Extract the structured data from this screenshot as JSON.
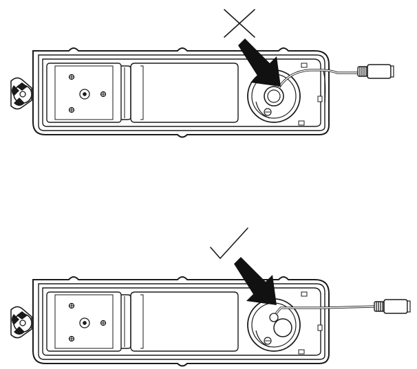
{
  "diagram": {
    "panels": [
      {
        "id": "incorrect",
        "verdict": "incorrect",
        "mark_icon": "cross-mark-icon",
        "cable_routing": "looped-around-cap"
      },
      {
        "id": "correct",
        "verdict": "correct",
        "mark_icon": "check-mark-icon",
        "cable_routing": "straight-through-slot"
      }
    ],
    "colors": {
      "line": "#1a1a1a",
      "fill": "#ffffff",
      "arrow": "#111111"
    }
  }
}
